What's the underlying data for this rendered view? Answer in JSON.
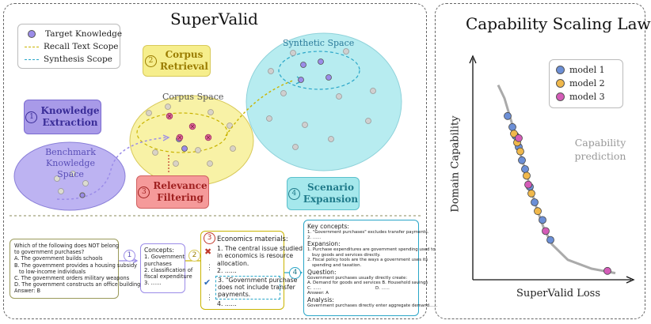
{
  "left": {
    "title": "SuperValid",
    "legend": {
      "target": "Target Knowledge",
      "recall": "Recall Text Scope",
      "synthesis": "Synthesis Scope"
    },
    "stages": {
      "knowledge_extraction": {
        "num": "1",
        "label1": "Knowledge",
        "label2": "Extraction"
      },
      "corpus_retrieval": {
        "num": "2",
        "label1": "Corpus",
        "label2": "Retrieval"
      },
      "relevance_filtering": {
        "num": "3",
        "label1": "Relevance",
        "label2": "Filtering"
      },
      "scenario_expansion": {
        "num": "4",
        "label1": "Scenario",
        "label2": "Expansion"
      }
    },
    "spaces": {
      "benchmark1": "Benchmark",
      "benchmark2": "Knowledge Space",
      "corpus": "Corpus Space",
      "synthetic": "Synthetic Space"
    },
    "question_card": [
      "Which of the following does NOT belong",
      "to government purchases?",
      "A. The government builds schools",
      "B. The government provides a housing subsidy",
      "   to low-income individuals",
      "C. The government orders military weapons",
      "D. The government constructs an office building",
      "Answer: B"
    ],
    "concepts_card": {
      "title": "Concepts:",
      "lines": [
        "1. Government",
        "purchases",
        "2. classification of",
        "fiscal expenditure",
        "3. ......"
      ]
    },
    "materials_card": {
      "title": "Economics materials:",
      "lines": [
        "1. The central issue studied",
        "in economics is resource",
        "allocation.",
        "2. ......"
      ],
      "highlight": [
        "3. \"Government purchase",
        "does not include transfer",
        "payments."
      ],
      "last": "4. ......"
    },
    "expansion_card": {
      "key_title": "Key concepts:",
      "key_lines": [
        "1. \"Government purchases\" excludes transfer payments.",
        "2. ......"
      ],
      "exp_title": "Expansion:",
      "exp_lines": [
        "1. Purchase expenditures are government spending used to",
        "buy goods and services directly.",
        "2. Fiscal policy tools are the ways a government uses its",
        "spending and taxation."
      ],
      "q_title": "Question:",
      "q_lines": [
        "Government purchases usually directly create:",
        "A. Demand for goods and services B. Household savings",
        "C. ......                                        D. ......",
        "Answer: A"
      ],
      "a_title": "Analysis:",
      "a_lines": [
        "Government purchases directly enter aggregate demand......"
      ]
    },
    "step_nums": {
      "s1": "1",
      "s2": "2",
      "s3": "3",
      "s4": "4"
    }
  },
  "right": {
    "title": "Capability Scaling Law",
    "xlabel": "SuperValid Loss",
    "ylabel": "Domain Capability",
    "annotation1": "Capability",
    "annotation2": "prediction",
    "legend": [
      "model 1",
      "model 2",
      "model 3"
    ]
  },
  "colors": {
    "model1": "#6c8fd6",
    "model2": "#f0b84b",
    "model3": "#d45cb8",
    "target": "#9b8ce8",
    "stage1": "#a89ae8",
    "stage2": "#f6ee8c",
    "stage3": "#f59a9a",
    "stage4": "#a5e8ec"
  },
  "chart_data": {
    "type": "scatter",
    "title": "Capability Scaling Law",
    "xlabel": "SuperValid Loss",
    "ylabel": "Domain Capability",
    "series": [
      {
        "name": "model 1",
        "x": [
          0.22,
          0.25,
          0.27,
          0.29,
          0.31,
          0.33,
          0.36,
          0.39,
          0.44,
          0.49
        ],
        "y": [
          0.74,
          0.69,
          0.65,
          0.6,
          0.54,
          0.5,
          0.42,
          0.35,
          0.27,
          0.18
        ]
      },
      {
        "name": "model 2",
        "x": [
          0.26,
          0.28,
          0.3,
          0.34,
          0.37,
          0.41
        ],
        "y": [
          0.66,
          0.62,
          0.58,
          0.47,
          0.39,
          0.31
        ]
      },
      {
        "name": "model 3",
        "x": [
          0.29,
          0.35,
          0.46,
          0.85
        ],
        "y": [
          0.64,
          0.43,
          0.22,
          0.04
        ]
      }
    ],
    "trend": {
      "x": [
        0.16,
        0.2,
        0.25,
        0.3,
        0.35,
        0.4,
        0.45,
        0.5,
        0.6,
        0.75,
        0.9
      ],
      "y": [
        0.88,
        0.82,
        0.7,
        0.57,
        0.45,
        0.33,
        0.23,
        0.16,
        0.09,
        0.05,
        0.03
      ]
    },
    "xlim": [
      0,
      1
    ],
    "ylim": [
      0,
      1
    ],
    "grid": false
  }
}
